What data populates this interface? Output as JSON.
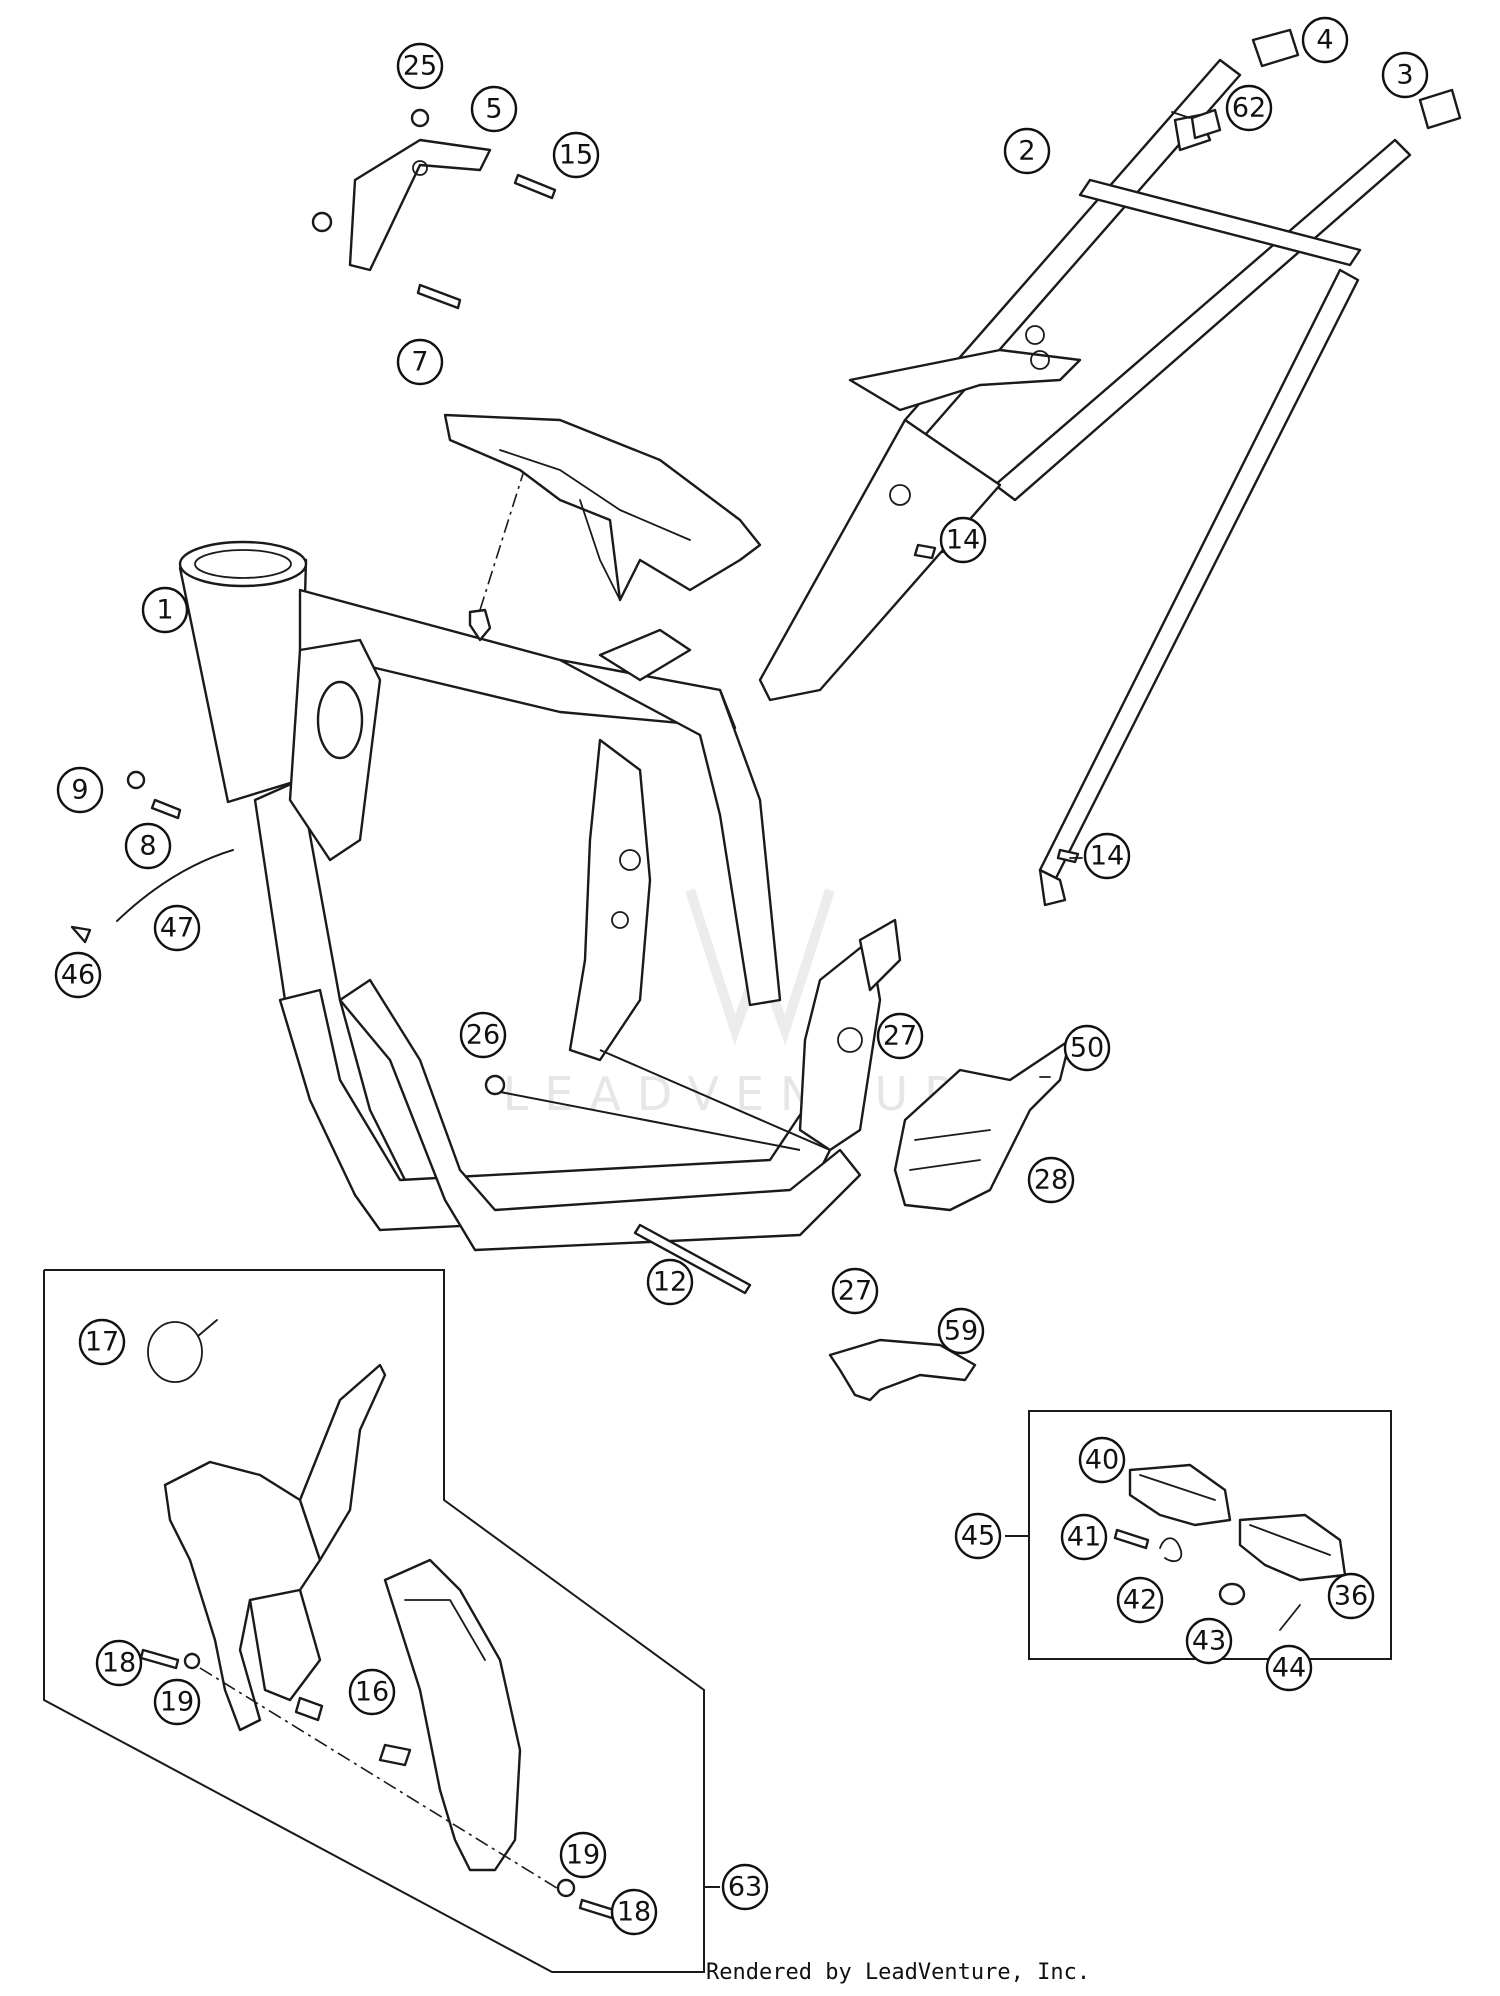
{
  "callouts": {
    "c1": "1",
    "c2": "2",
    "c3": "3",
    "c4": "4",
    "c5": "5",
    "c7": "7",
    "c8": "8",
    "c9": "9",
    "c12": "12",
    "c14a": "14",
    "c14b": "14",
    "c15": "15",
    "c16": "16",
    "c17": "17",
    "c18a": "18",
    "c18b": "18",
    "c19a": "19",
    "c19b": "19",
    "c25": "25",
    "c26": "26",
    "c27a": "27",
    "c27b": "27",
    "c28": "28",
    "c36": "36",
    "c40": "40",
    "c41": "41",
    "c42": "42",
    "c43": "43",
    "c44": "44",
    "c45": "45",
    "c46": "46",
    "c47": "47",
    "c50": "50",
    "c59": "59",
    "c62": "62",
    "c63": "63"
  },
  "footer": {
    "rendered_by": "Rendered by LeadVenture, Inc."
  },
  "watermark": {
    "text": "LEADVENTURE"
  }
}
